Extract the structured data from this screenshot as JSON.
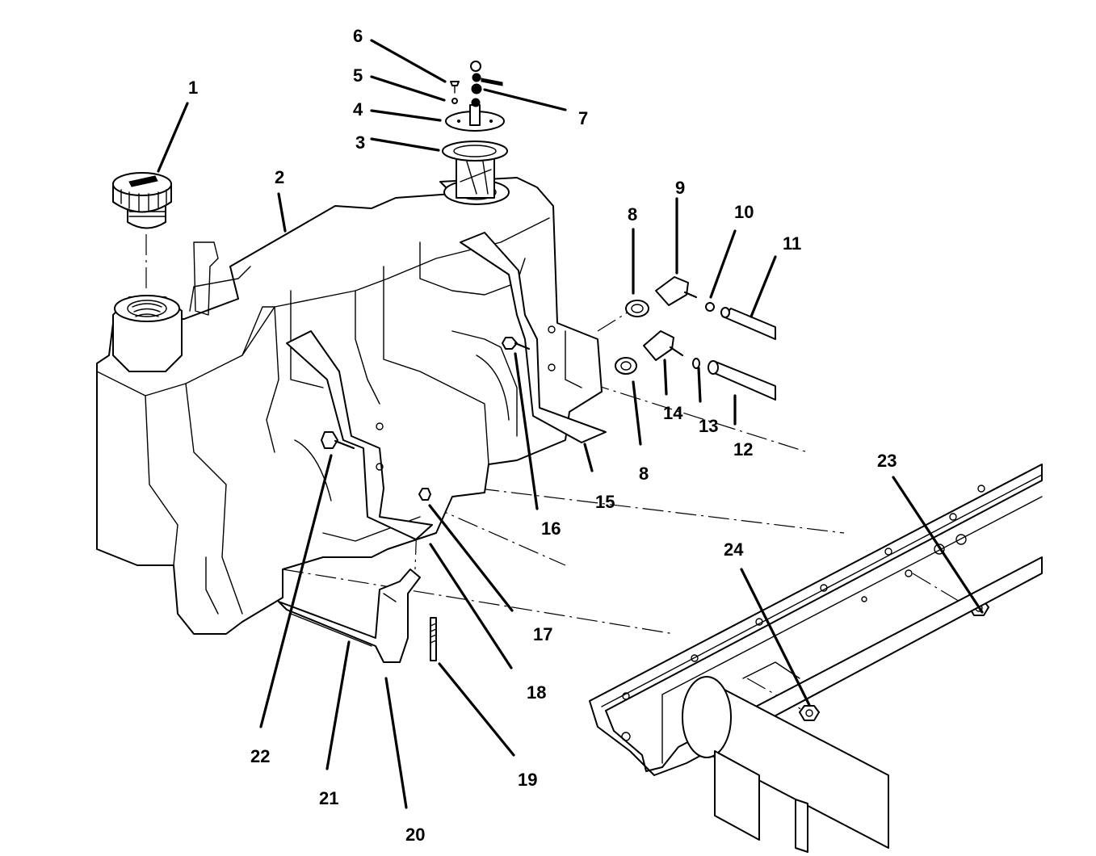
{
  "callouts": [
    {
      "id": "c1",
      "number": "1"
    },
    {
      "id": "c2",
      "number": "2"
    },
    {
      "id": "c3",
      "number": "3"
    },
    {
      "id": "c4",
      "number": "4"
    },
    {
      "id": "c5",
      "number": "5"
    },
    {
      "id": "c6",
      "number": "6"
    },
    {
      "id": "c7",
      "number": "7"
    },
    {
      "id": "c8a",
      "number": "8"
    },
    {
      "id": "c8b",
      "number": "8"
    },
    {
      "id": "c9",
      "number": "9"
    },
    {
      "id": "c10",
      "number": "10"
    },
    {
      "id": "c11",
      "number": "11"
    },
    {
      "id": "c12",
      "number": "12"
    },
    {
      "id": "c13",
      "number": "13"
    },
    {
      "id": "c14",
      "number": "14"
    },
    {
      "id": "c15",
      "number": "15"
    },
    {
      "id": "c16",
      "number": "16"
    },
    {
      "id": "c17",
      "number": "17"
    },
    {
      "id": "c18",
      "number": "18"
    },
    {
      "id": "c19",
      "number": "19"
    },
    {
      "id": "c20",
      "number": "20"
    },
    {
      "id": "c21",
      "number": "21"
    },
    {
      "id": "c22",
      "number": "22"
    },
    {
      "id": "c23",
      "number": "23"
    },
    {
      "id": "c24",
      "number": "24"
    }
  ]
}
